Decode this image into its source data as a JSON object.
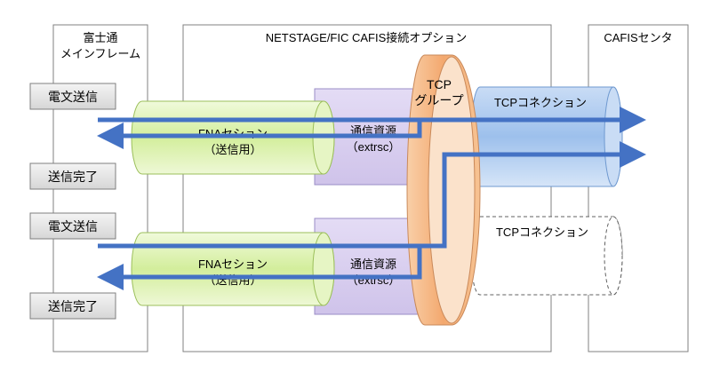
{
  "panels": {
    "mainframe": {
      "line1": "富士通",
      "line2": "メインフレーム"
    },
    "netstage": {
      "title": "NETSTAGE/FIC  CAFIS接続オプション"
    },
    "cafis": {
      "title": "CAFISセンタ"
    }
  },
  "mainframe_buttons": [
    {
      "label": "電文送信"
    },
    {
      "label": "送信完了"
    },
    {
      "label": "電文送信"
    },
    {
      "label": "送信完了"
    }
  ],
  "fna_sessions": [
    {
      "line1": "FNAセション",
      "line2": "（送信用）"
    },
    {
      "line1": "FNAセション",
      "line2": "（送信用）"
    }
  ],
  "resources": [
    {
      "line1": "通信資源",
      "line2": "（extrsc）"
    },
    {
      "line1": "通信資源",
      "line2": "（extrsc）"
    }
  ],
  "tcp_group": {
    "line1": "TCP",
    "line2": "グループ"
  },
  "tcp_connections": [
    {
      "label": "TCPコネクション"
    },
    {
      "label": "TCPコネクション"
    }
  ],
  "colors": {
    "arrow": "#4472c4",
    "fna_fill": "#d7f0a6",
    "resource_fill": "#d9d0ef",
    "tcp_group_fill": "#f5b98a",
    "tcp_conn_fill": "#a9c8ef"
  }
}
